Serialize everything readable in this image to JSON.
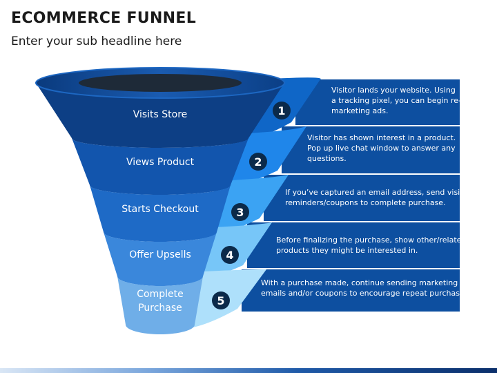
{
  "title": "ECOMMERCE FUNNEL",
  "subtitle": "Enter your sub headline here",
  "stages": [
    {
      "number": "1",
      "label": [
        "Visits Store"
      ],
      "description": [
        "Visitor lands your website. Using",
        "a tracking pixel, you can begin re-",
        "marketing ads."
      ]
    },
    {
      "number": "2",
      "label": [
        "Views Product"
      ],
      "description": [
        "Visitor has shown interest in a product.",
        "Pop up live chat window to answer any",
        "questions."
      ]
    },
    {
      "number": "3",
      "label": [
        "Starts Checkout"
      ],
      "description": [
        "If you’ve captured an email address, send visitor",
        "reminders/coupons to complete purchase."
      ]
    },
    {
      "number": "4",
      "label": [
        "Offer Upsells"
      ],
      "description": [
        "Before finalizing the purchase, show other/related",
        "products they might be interested in."
      ]
    },
    {
      "number": "5",
      "label": [
        "Complete",
        "Purchase"
      ],
      "description": [
        "With a purchase made, continue sending marketing",
        "emails and/or coupons to encourage repeat purchases."
      ]
    }
  ],
  "colors": {
    "panel": "#0d4fa0",
    "badge": "#0b2a4a",
    "tier_front": [
      "#0d3f85",
      "#1255ad",
      "#1e6ac6",
      "#3a87db",
      "#6faee8"
    ],
    "tier_back": [
      "#0f66c7",
      "#1f86ea",
      "#3ba3f3",
      "#77c6f8",
      "#aee0fb"
    ]
  }
}
